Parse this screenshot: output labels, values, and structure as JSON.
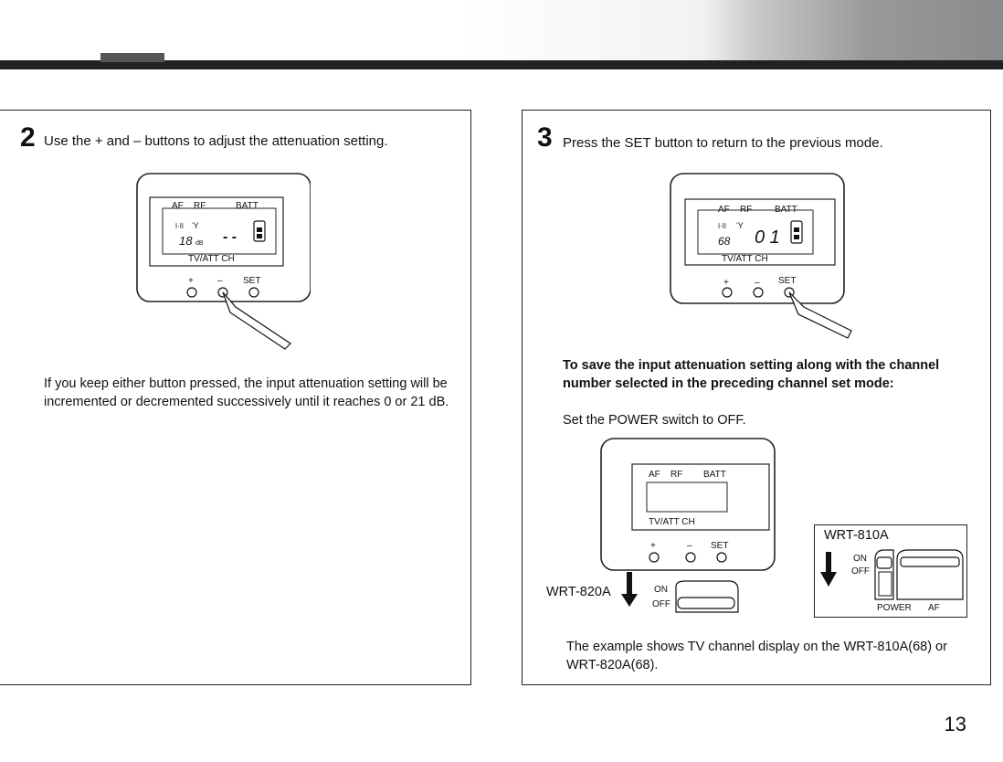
{
  "step2": {
    "number": "2",
    "instruction": "Use the + and – buttons to adjust the attenuation setting.",
    "note": "If you keep either button pressed, the input attenuation setting will be incremented or decremented successively until it reaches 0 or 21 dB."
  },
  "step3": {
    "number": "3",
    "instruction": "Press the SET button to return to the previous mode.",
    "bold_note": "To save the input attenuation setting along with the channel number selected in the preceding channel set mode:",
    "note": "Set the POWER switch to OFF.",
    "example": "The example shows TV channel display on the WRT-810A(68) or WRT-820A(68)."
  },
  "lcd": {
    "af": "AF",
    "rf": "RF",
    "batt": "BATT",
    "tvatt": "TV/ATT CH",
    "plus": "+",
    "minus": "–",
    "set": "SET"
  },
  "device2": {
    "digits": "18",
    "unit": "dB",
    "dashes": "- -"
  },
  "device3": {
    "digits": "68",
    "channel": "0 1"
  },
  "wrt820": {
    "model": "WRT-820A",
    "on": "ON",
    "off": "OFF"
  },
  "wrt810": {
    "model": "WRT-810A",
    "on": "ON",
    "off": "OFF",
    "power": "POWER",
    "af": "AF"
  },
  "page_number": "13"
}
